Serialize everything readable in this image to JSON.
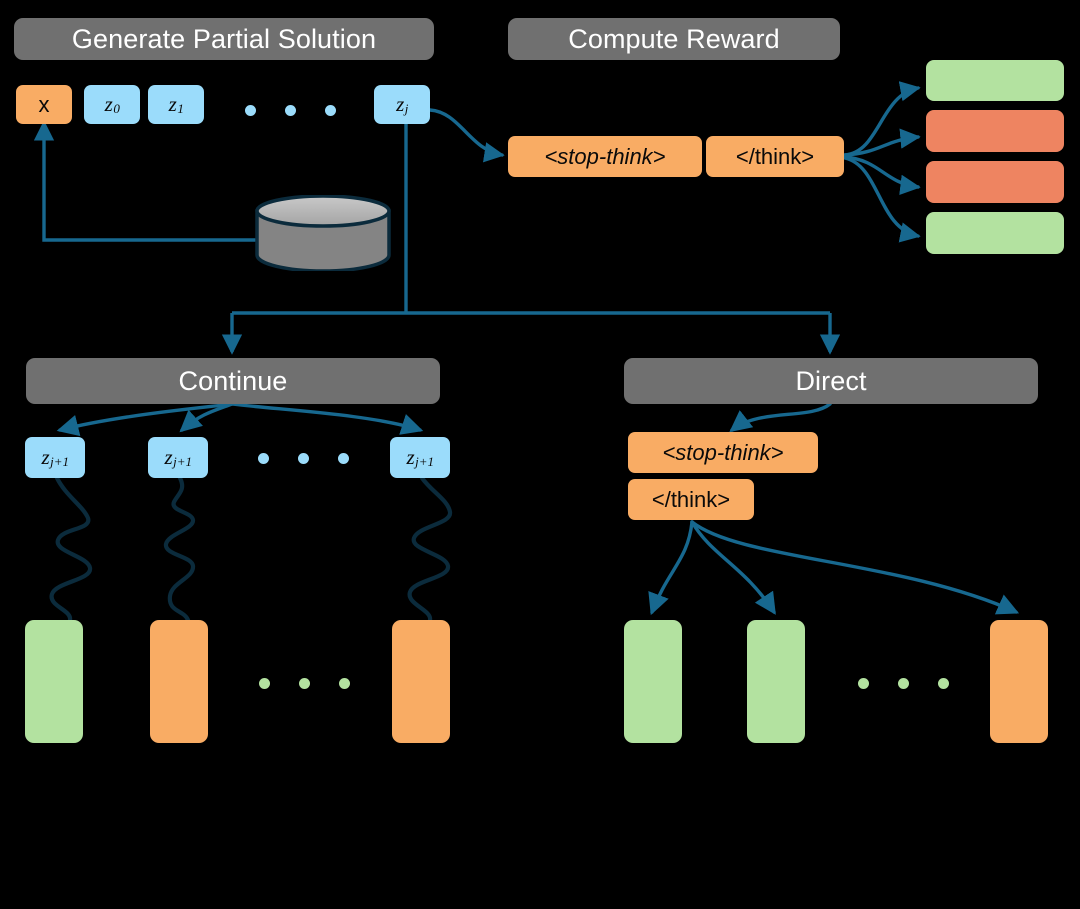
{
  "diagram": {
    "background": "#000000",
    "palette": {
      "header_gray": "#707070",
      "token_blue": "#9BDCFB",
      "tag_orange": "#F9AC64",
      "reward_green": "#B3E2A0",
      "reward_red": "#EE8461",
      "wire_blue": "#17688F",
      "squiggle_navy": "#0B2B3C",
      "cylinder_gray": "#848484",
      "cylinder_top": "#B8B8B8"
    },
    "panels": [
      {
        "id": "generate-partial-solution",
        "label": "Generate Partial Solution"
      },
      {
        "id": "compute-reward",
        "label": "Compute Reward"
      },
      {
        "id": "continue",
        "label": "Continue"
      },
      {
        "id": "direct",
        "label": "Direct"
      }
    ],
    "sequence": {
      "name": "partial-solution-sequence",
      "tokens": [
        {
          "text": "x",
          "sub": "",
          "kind": "input"
        },
        {
          "text": "z",
          "sub": "0",
          "kind": "latent"
        },
        {
          "text": "z",
          "sub": "1",
          "kind": "latent"
        },
        {
          "text": "z",
          "sub": "j",
          "kind": "latent"
        }
      ],
      "ellipsis_dots": 3
    },
    "compute_reward": {
      "tags": [
        {
          "text": "<stop-think>",
          "italic": true
        },
        {
          "text": "</think>",
          "italic": false
        }
      ],
      "rewards": [
        {
          "index": 1,
          "outcome": "correct",
          "color": "#B3E2A0"
        },
        {
          "index": 2,
          "outcome": "incorrect",
          "color": "#EE8461"
        },
        {
          "index": 3,
          "outcome": "incorrect",
          "color": "#EE8461"
        },
        {
          "index": 4,
          "outcome": "correct",
          "color": "#B3E2A0"
        }
      ]
    },
    "continue_branch": {
      "tokens": [
        {
          "text": "z",
          "sub": "j+1"
        },
        {
          "text": "z",
          "sub": "j+1"
        },
        {
          "text": "z",
          "sub": "j+1"
        }
      ],
      "ellipsis_dots": 3,
      "rollouts": [
        {
          "index": 1,
          "outcome": "correct",
          "color": "#B3E2A0"
        },
        {
          "index": 2,
          "outcome": "pending",
          "color": "#F9AC64"
        },
        {
          "index": 3,
          "outcome": "pending",
          "color": "#F9AC64"
        }
      ],
      "rollout_ellipsis_dots": 3
    },
    "direct_branch": {
      "tags": [
        {
          "text": "<stop-think>",
          "italic": true
        },
        {
          "text": "</think>",
          "italic": false
        }
      ],
      "rollouts": [
        {
          "index": 1,
          "outcome": "correct",
          "color": "#B3E2A0"
        },
        {
          "index": 2,
          "outcome": "correct",
          "color": "#B3E2A0"
        },
        {
          "index": 3,
          "outcome": "pending",
          "color": "#F9AC64"
        }
      ],
      "rollout_ellipsis_dots": 3
    },
    "store": {
      "name": "replay-buffer",
      "label": ""
    }
  }
}
